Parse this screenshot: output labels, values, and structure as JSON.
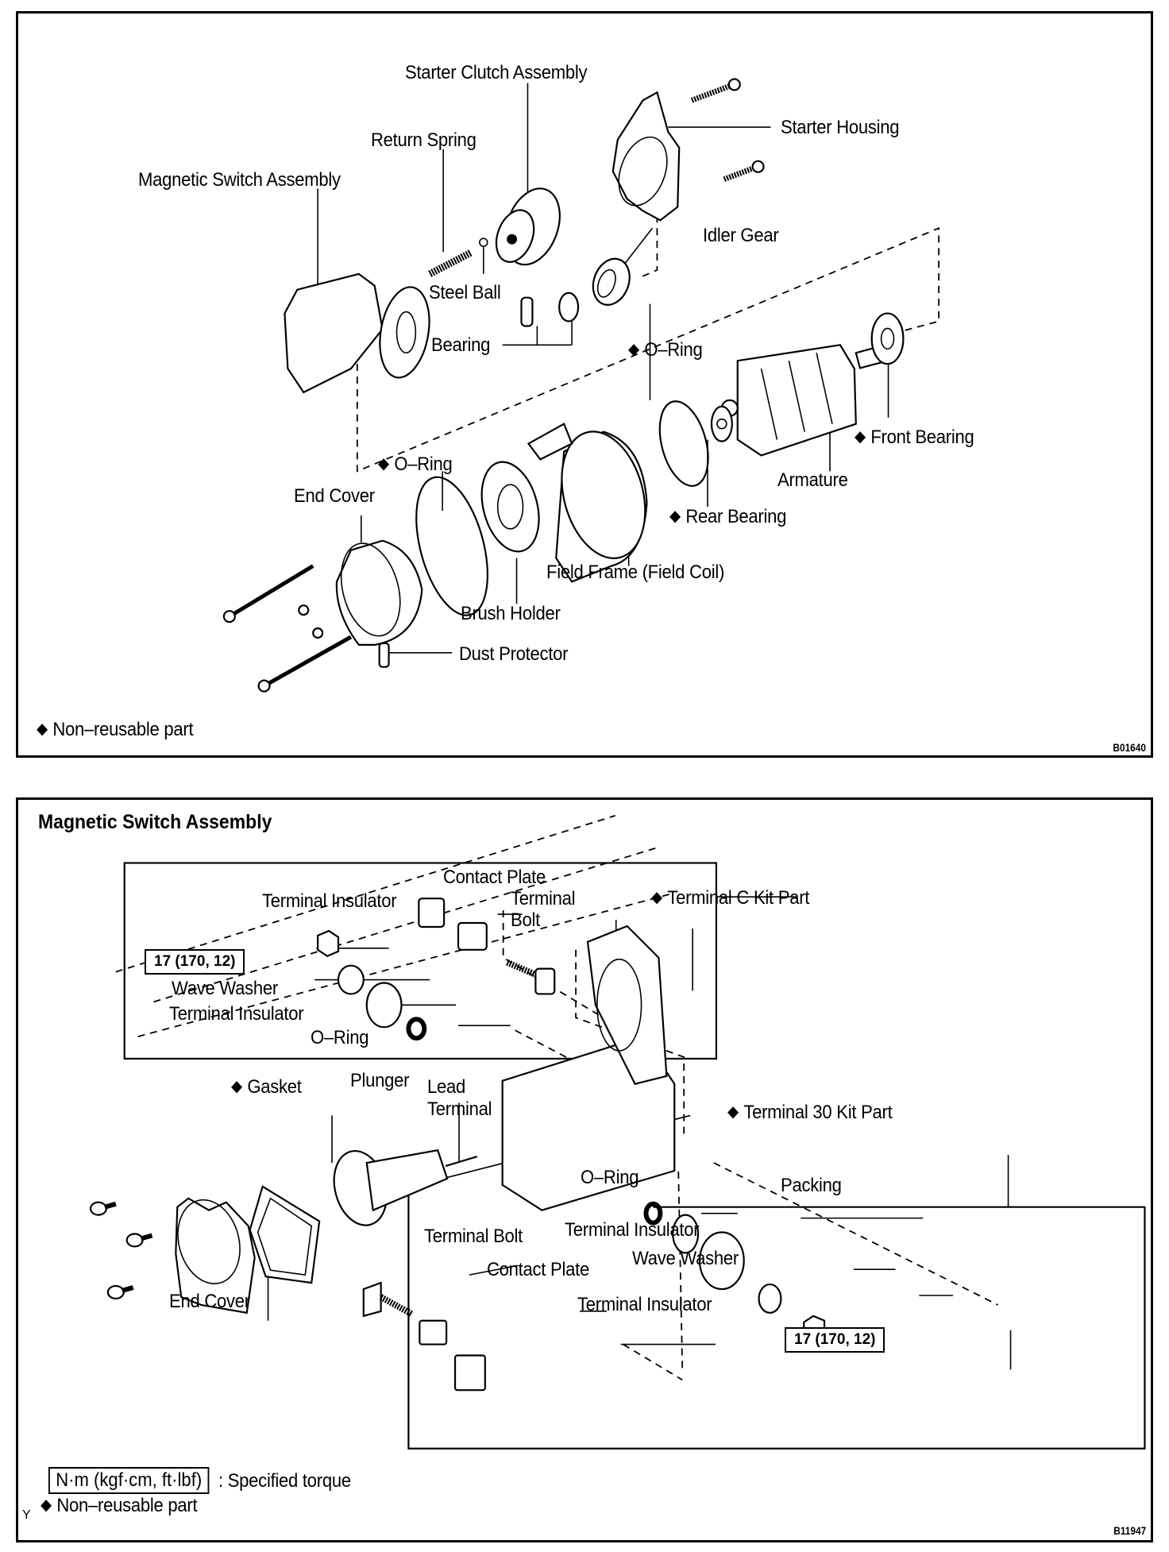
{
  "diagram1": {
    "labels": {
      "starter_clutch_assembly": "Starter Clutch Assembly",
      "return_spring": "Return Spring",
      "starter_housing": "Starter Housing",
      "magnetic_switch_assembly": "Magnetic Switch Assembly",
      "idler_gear": "Idler Gear",
      "steel_ball": "Steel Ball",
      "bearing": "Bearing",
      "o_ring_upper": "O–Ring",
      "front_bearing": "Front Bearing",
      "armature": "Armature",
      "o_ring_lower": "O–Ring",
      "end_cover": "End Cover",
      "rear_bearing": "Rear Bearing",
      "field_frame": "Field Frame (Field Coil)",
      "brush_holder": "Brush Holder",
      "dust_protector": "Dust Protector"
    },
    "non_reusable": {
      "o_ring_upper": true,
      "front_bearing": true,
      "o_ring_lower": true,
      "rear_bearing": true
    },
    "legend": "Non–reusable part",
    "figure_code": "B01640"
  },
  "diagram2": {
    "title": "Magnetic Switch Assembly",
    "labels": {
      "contact_plate_c": "Contact Plate",
      "terminal_c_kit_part": "Terminal C Kit Part",
      "terminal_insulator_c1": "Terminal Insulator",
      "terminal_bolt_c_line1": "Terminal",
      "terminal_bolt_c_line2": "Bolt",
      "wave_washer_c": "Wave Washer",
      "terminal_insulator_c2": "Terminal Insulator",
      "o_ring_c": "O–Ring",
      "gasket": "Gasket",
      "plunger": "Plunger",
      "lead_terminal_line1": "Lead",
      "lead_terminal_line2": "Terminal",
      "terminal_30_kit_part": "Terminal 30 Kit Part",
      "o_ring_30": "O–Ring",
      "packing": "Packing",
      "terminal_bolt_30": "Terminal Bolt",
      "terminal_insulator_30a": "Terminal Insulator",
      "contact_plate_30": "Contact Plate",
      "wave_washer_30": "Wave Washer",
      "end_cover": "End Cover",
      "terminal_insulator_30b": "Terminal Insulator"
    },
    "torque_c": "17 (170, 12)",
    "torque_30": "17 (170, 12)",
    "legend_torque_box": "N·m (kgf·cm, ft·lbf)",
    "legend_torque_text": ": Specified torque",
    "legend_non_reusable": "Non–reusable part",
    "corner_mark": "Y",
    "figure_code": "B11947"
  }
}
